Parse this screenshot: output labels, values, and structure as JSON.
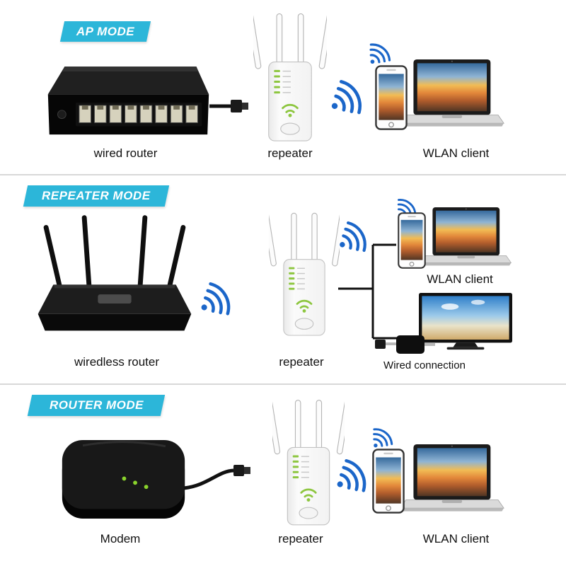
{
  "sections": [
    {
      "banner": "AP MODE",
      "labels": {
        "left": "wired router",
        "center": "repeater",
        "right": "WLAN client"
      }
    },
    {
      "banner": "REPEATER MODE",
      "labels": {
        "left": "wiredless router",
        "center": "repeater",
        "right": "WLAN client",
        "wired": "Wired connection"
      }
    },
    {
      "banner": "ROUTER MODE",
      "labels": {
        "left": "Modem",
        "center": "repeater",
        "right": "WLAN client"
      }
    }
  ],
  "icons": [
    "wifi-signal-icon",
    "repeater-device",
    "wired-router-device",
    "wireless-router-device",
    "modem-device",
    "smartphone-device",
    "laptop-device",
    "tv-device",
    "ethernet-cable",
    "ethernet-adapter"
  ],
  "colors": {
    "background": "#ffffff",
    "banner_background": "#2cb6d9",
    "banner_text": "#ffffff",
    "wifi_signal": "#1b66c9",
    "repeater_led": "#8dc63f",
    "label_text": "#111111",
    "divider": "#d8d8d8"
  }
}
